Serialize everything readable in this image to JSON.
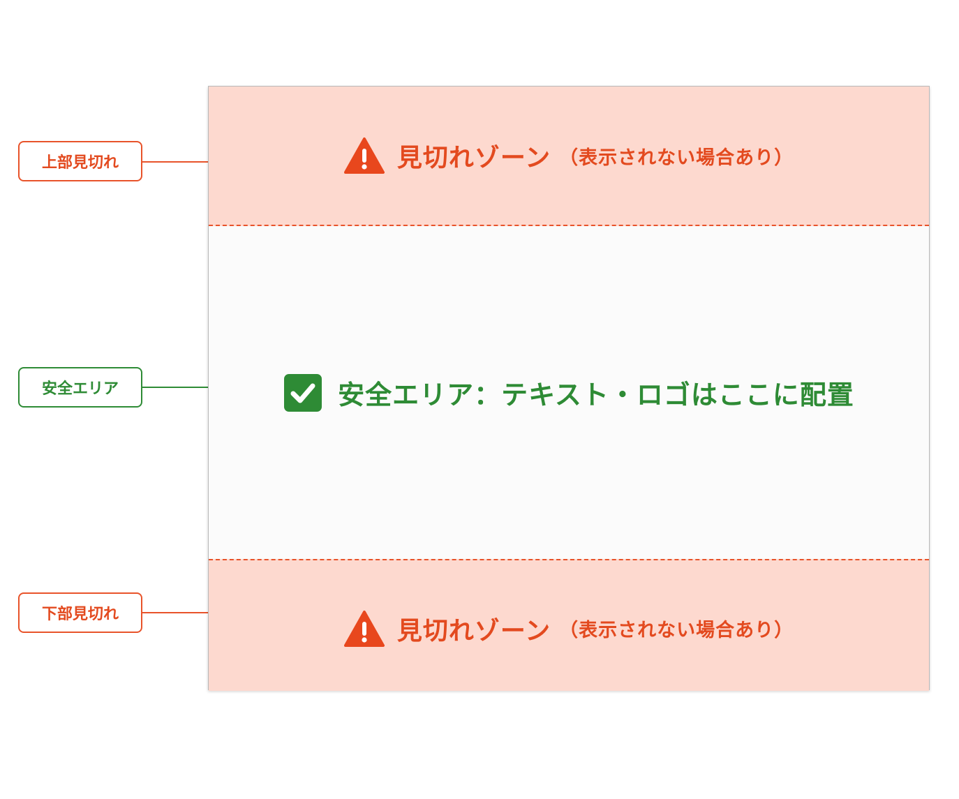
{
  "labels": {
    "top": "上部見切れ",
    "safe": "安全エリア",
    "bottom": "下部見切れ"
  },
  "top_zone": {
    "main": "見切れゾーン",
    "sub": "（表示されない場合あり）"
  },
  "bottom_zone": {
    "main": "見切れゾーン",
    "sub": "（表示されない場合あり）"
  },
  "safe_zone": {
    "text": "安全エリア：テキスト・ロゴはここに配置"
  },
  "colors": {
    "warning": "#e8532a",
    "warning_bg": "#fdd9cf",
    "safe": "#2e8b35"
  },
  "icons": {
    "warning": "warning-triangle-icon",
    "check": "checkbox-check-icon",
    "arrow": "arrow-right-icon"
  }
}
